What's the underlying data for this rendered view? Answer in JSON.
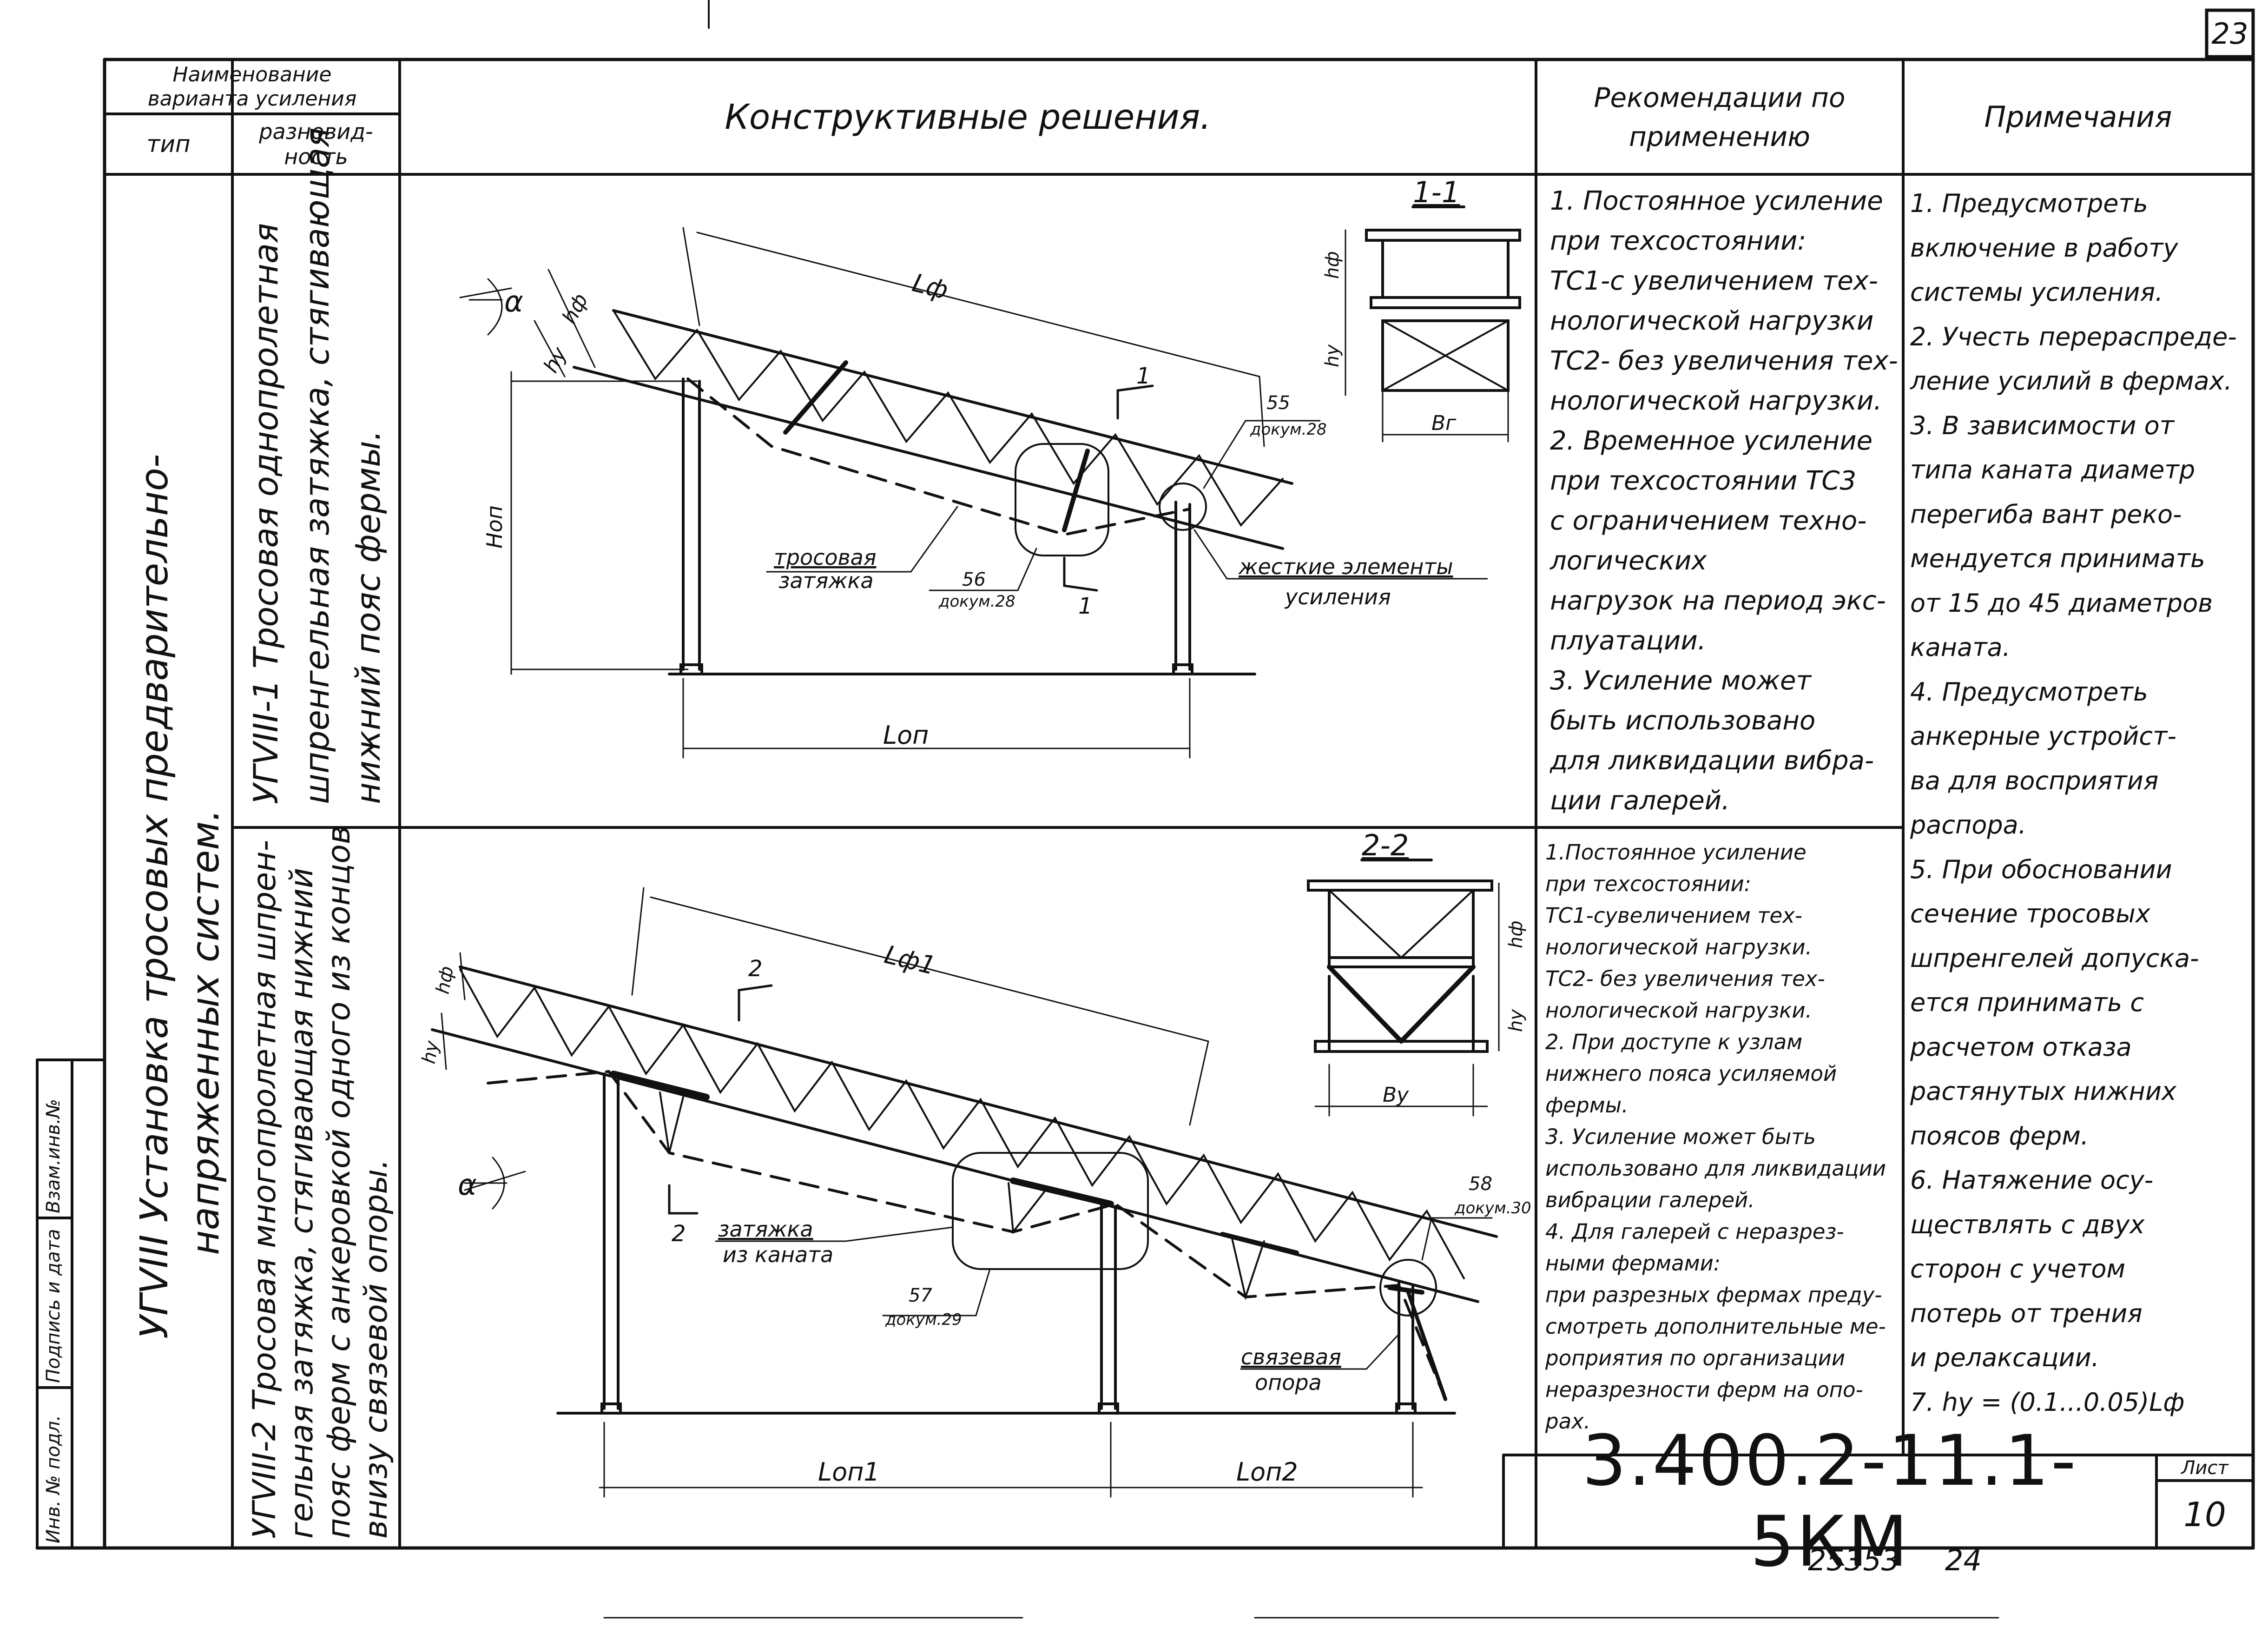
{
  "page_number": "23",
  "header": {
    "variant_name_line1": "Наименование",
    "variant_name_line2": "варианта усиления",
    "type_label": "тип",
    "subtype_label_line1": "разновид-",
    "subtype_label_line2": "ность",
    "solutions": "Конструктивные решения.",
    "recommendations_line1": "Рекомендации по",
    "recommendations_line2": "применению",
    "notes": "Примечания"
  },
  "type_column": {
    "line1": "УГVIII  Установка тросовых предварительно-",
    "line2": "напряженных систем."
  },
  "variant1": {
    "line1": "УГVIII-1 Тросовая однопролетная",
    "line2": "шпренгельная затяжка, стягивающая",
    "line3": "нижний пояс фермы."
  },
  "variant2": {
    "line1": "УГVIII-2 Тросовая многопролетная шпрен-",
    "line2": "гельная затяжка, стягивающая нижний",
    "line3": "пояс ферм с анкеровкой одного из концов",
    "line4": "внизу связевой опоры."
  },
  "side_stamp": {
    "inv_no": "Инв. № подл.",
    "sign_date": "Подпись и дата",
    "replace_inv": "Взам.инв.№"
  },
  "drawing1": {
    "section_title": "1-1",
    "label_lf": "Lф",
    "label_hf": "hф",
    "label_hy": "hу",
    "label_hop": "Hоп",
    "label_lop": "Lоп",
    "label_alpha": "α",
    "label_br": "Вг",
    "callout_cable": "тросовая",
    "callout_cable2": "затяжка",
    "callout_rigid": "жесткие элементы",
    "callout_rigid2": "усиления",
    "ref_56": "56",
    "ref_56_doc": "докум.28",
    "ref_55": "55",
    "ref_55_doc": "докум.28",
    "cut_mark": "1"
  },
  "drawing2": {
    "section_title": "2-2",
    "label_lf1": "Lф1",
    "label_hf": "hф",
    "label_hy": "hу",
    "label_lop1": "Lоп1",
    "label_lop2": "Lоп2",
    "label_alpha": "α",
    "label_by": "Ву",
    "callout_tie": "затяжка",
    "callout_tie2": "из каната",
    "callout_brace": "связевая",
    "callout_brace2": "опора",
    "ref_57": "57",
    "ref_57_doc": "докум.29",
    "ref_58": "58",
    "ref_58_doc": "докум.30",
    "cut_mark": "2"
  },
  "recommendations1": [
    "1. Постоянное усиление",
    "  при техсостоянии:",
    "  ТС1-с увеличением тех-",
    "  нологической нагрузки",
    "  ТС2- без увеличения тех-",
    "  нологической нагрузки.",
    "2. Временное усиление",
    "  при техсостоянии ТС3",
    "  с ограничением техно-",
    "  логических",
    "  нагрузок на период экс-",
    "  плуатации.",
    "3. Усиление может",
    "  быть использовано",
    "  для ликвидации вибра-",
    "  ции галерей."
  ],
  "recommendations2": [
    "1.Постоянное усиление",
    "  при техсостоянии:",
    "ТС1-сувеличением тех-",
    "нологической нагрузки.",
    "ТС2- без увеличения тех-",
    "нологической нагрузки.",
    "2. При доступе к узлам",
    "  нижнего пояса усиляемой",
    "  фермы.",
    "3. Усиление может быть",
    "использовано для ликвидации",
    "вибрации галерей.",
    "4. Для галерей с неразрез-",
    "ными фермами:",
    "при разрезных фермах преду-",
    "смотреть дополнительные ме-",
    "роприятия по организации",
    "неразрезности ферм на опо-",
    "рах."
  ],
  "notes": [
    "1. Предусмотреть",
    "включение в работу",
    "системы усиления.",
    "2. Учесть перераспреде-",
    "ление усилий в фермах.",
    "3. В зависимости от",
    "типа каната диаметр",
    "перегиба вант реко-",
    "мендуется принимать",
    "от 15 до 45 диаметров",
    "каната.",
    "4. Предусмотреть",
    "анкерные устройст-",
    "ва для восприятия",
    "распора.",
    "5. При обосновании",
    "сечение тросовых",
    "шпренгелей допуска-",
    "ется принимать с",
    "расчетом отказа",
    "растянутых нижних",
    "поясов ферм.",
    "6. Натяжение осу-",
    "ществлять с двух",
    "сторон с учетом",
    "потерь от трения",
    "и релаксации.",
    "7. hу = (0.1...0.05)Lф"
  ],
  "title_block": {
    "doc_code": "3.400.2-11.1-5КМ",
    "sheet_label": "Лист",
    "sheet_number": "10",
    "archive_number": "25353",
    "archive_suffix": "24"
  }
}
